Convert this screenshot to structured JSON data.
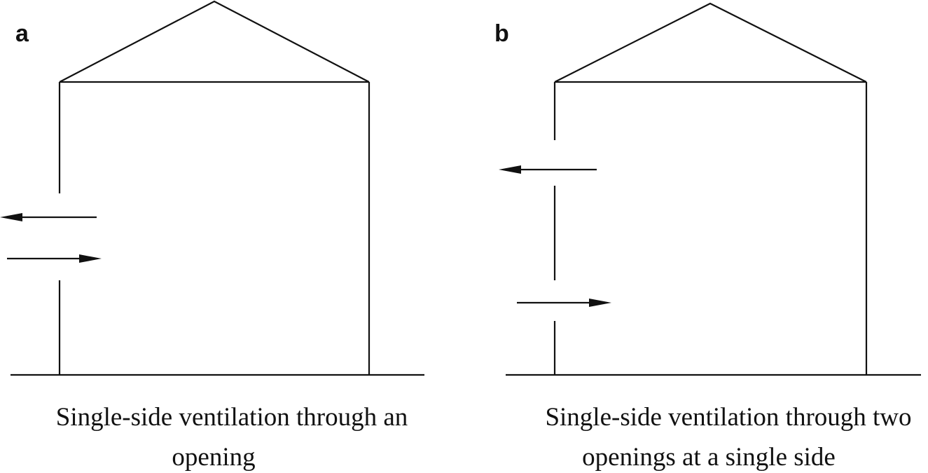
{
  "panels": [
    {
      "letter": "a",
      "caption_line1": "Single-side ventilation through an",
      "caption_line2": "opening"
    },
    {
      "letter": "b",
      "caption_line1": "Single-side ventilation through two",
      "caption_line2": "openings at a single side"
    }
  ],
  "colors": {
    "ink": "#111111",
    "background": "#ffffff"
  }
}
